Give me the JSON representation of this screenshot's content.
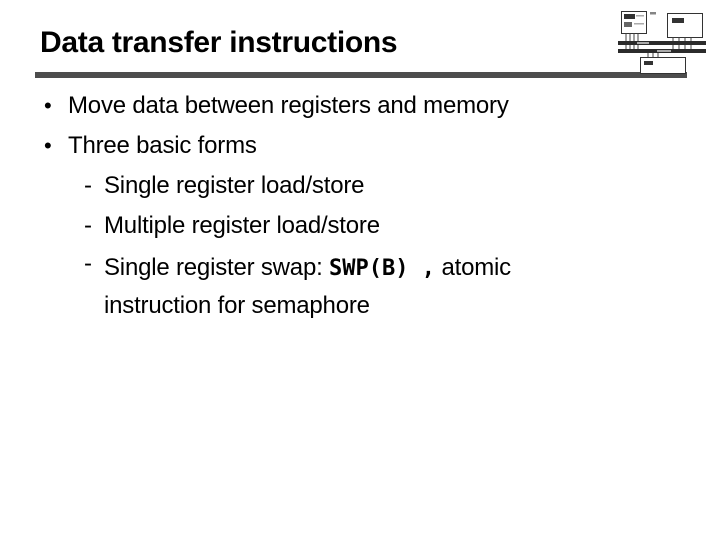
{
  "slide": {
    "title": "Data transfer instructions",
    "glyph_l1": "•",
    "glyph_l2": "-",
    "bullets": [
      {
        "level": 1,
        "text": "Move data between registers and memory"
      },
      {
        "level": 1,
        "text": "Three basic forms"
      },
      {
        "level": 2,
        "text": "Single register load/store"
      },
      {
        "level": 2,
        "text": "Multiple register load/store"
      },
      {
        "level": 2,
        "prefix": "Single register swap: ",
        "code": "SWP(B) ,",
        "suffix": " atomic",
        "line2": "instruction for semaphore"
      }
    ],
    "colors": {
      "background": "#ffffff",
      "text": "#000000",
      "rule": "#4d4d4d"
    },
    "corner_diagram_description": "arm-system-bus-block-diagram"
  }
}
